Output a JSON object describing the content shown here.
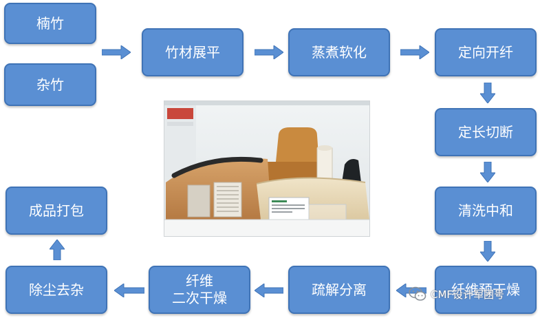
{
  "steps": {
    "nanzhu": "楠竹",
    "zazhu": "杂竹",
    "zhancai": "竹材展平",
    "zhengzhu": "蒸煮软化",
    "dingxiang": "定向开纤",
    "dingchang": "定长切断",
    "qingxi": "清洗中和",
    "yugan": "纤维预干燥",
    "shujie": "疏解分离",
    "ganzao_line1": "纤维",
    "ganzao_line2": "二次干燥",
    "chuchen": "除尘去杂",
    "chengpin": "成品打包"
  },
  "watermark": {
    "text": "CMF设计军团号"
  },
  "colors": {
    "box_fill": "#5a8fd3",
    "box_border": "#3f73b6",
    "arrow": "#5a8fd3"
  }
}
